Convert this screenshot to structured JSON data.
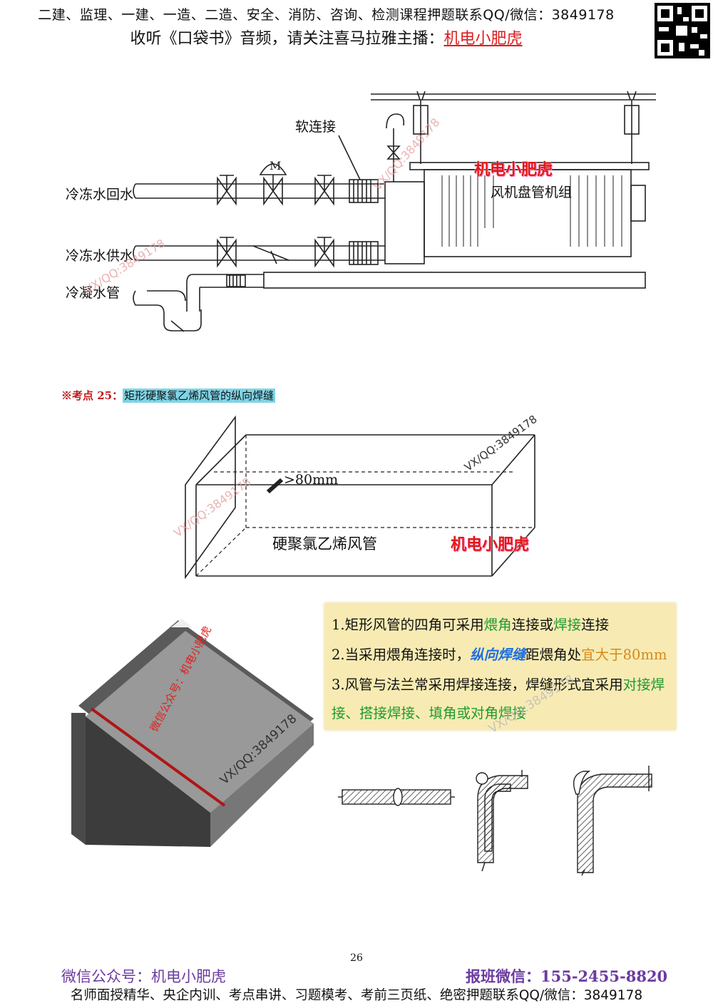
{
  "header": {
    "line1": "二建、监理、一建、一造、二造、安全、消防、咨询、检测课程押题联系QQ/微信：3849178",
    "line2_prefix": "收听《口袋书》音频，请关注喜马拉雅主播：",
    "line2_host": "机电小肥虎"
  },
  "diagram1": {
    "soft_connection": "软连接",
    "motor": "M",
    "return_water": "冷冻水回水",
    "supply_water": "冷冻水供水",
    "condensate": "冷凝水管",
    "unit_name": "风机盘管机组",
    "brand": "机电小肥虎",
    "watermark1": "VX/QQ:3849178",
    "watermark2": "VX/QQ:3849178"
  },
  "section": {
    "prefix": "※考点 25：",
    "title": "矩形硬聚氯乙烯风管的纵向焊缝"
  },
  "diagram2": {
    "dimension": ">80mm",
    "duct_label": "硬聚氯乙烯风管",
    "brand": "机电小肥虎",
    "watermark1": "VX/QQ:3849178",
    "watermark2": "VX/QQ:3849178"
  },
  "diagram3": {
    "wechat_watermark": "微信公众号：机电小肥虎",
    "watermark": "VX/QQ:3849178"
  },
  "notes": {
    "n1_a": "1.矩形风管的四角可采用",
    "n1_b": "煨角",
    "n1_c": "连接或",
    "n1_d": "焊接",
    "n1_e": "连接",
    "n2_a": "2.当采用煨角连接时，",
    "n2_b": "纵向焊缝",
    "n2_c": "距煨角处",
    "n2_d": "宜大于80mm",
    "n3_a": "3.风管与法兰常采用焊接连接，焊缝形式宜采用",
    "n3_b": "对接焊",
    "n3_c": "接、搭接焊接、填角或对角焊接",
    "watermark": "VX/QQ:3849178"
  },
  "page_number": "26",
  "footer": {
    "wechat_account": "微信公众号：机电小肥虎",
    "signup": "报班微信：155-2455-8820",
    "line3": "名师面授精华、央企内训、考点串讲、习题模考、考前三页纸、绝密押题联系QQ/微信：3849178"
  },
  "colors": {
    "brand_red": "#e01818",
    "highlight_cyan": "#7fd4e6",
    "notes_bg": "#f7ebb3",
    "green": "#1f9a2e",
    "blue": "#1e6fe0",
    "footer_purple": "#6b3ba0"
  }
}
